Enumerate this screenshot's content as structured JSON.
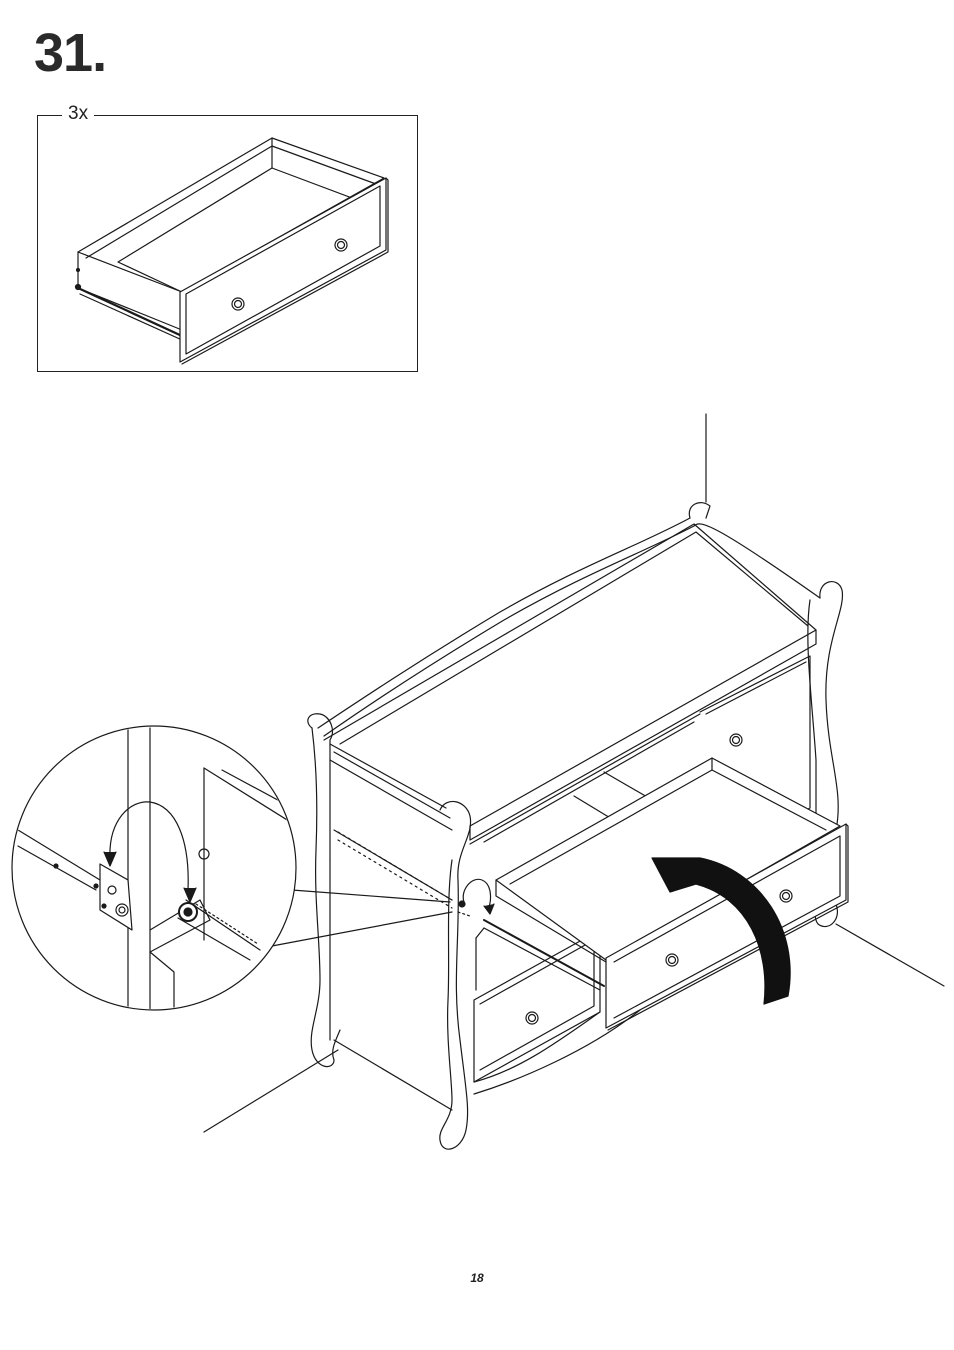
{
  "step": {
    "number": "31."
  },
  "inset": {
    "quantity_label": "3x"
  },
  "footer": {
    "page_number": "18"
  },
  "colors": {
    "line": "#1a1a1a",
    "arrow_fill": "#111111",
    "paper": "#ffffff"
  },
  "icons": {
    "drawer_inset": "drawer-icon",
    "dresser": "dresser-illustration",
    "insert_arrow": "curved-arrow-icon",
    "zoom_detail": "magnifier-circle"
  }
}
